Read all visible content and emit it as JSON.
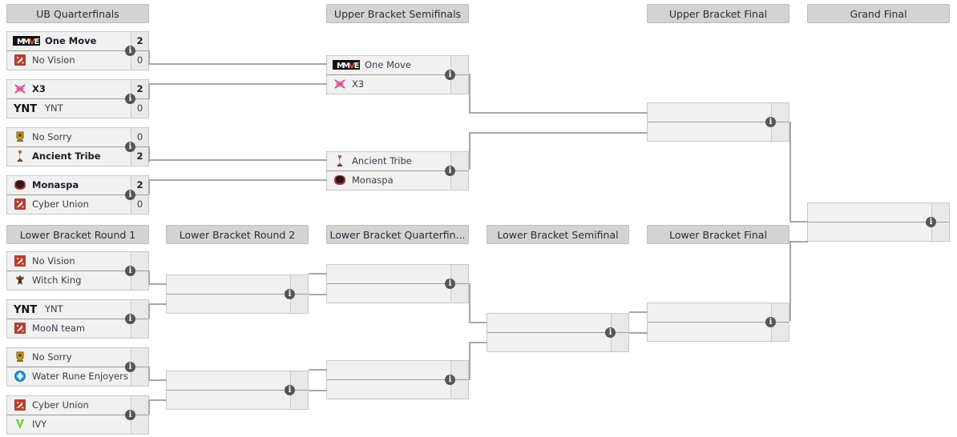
{
  "rounds": [
    {
      "id": "ubqf",
      "label": "UB Quarterfinals"
    },
    {
      "id": "ubsf",
      "label": "Upper Bracket Semifinals"
    },
    {
      "id": "ubf",
      "label": "Upper Bracket Final"
    },
    {
      "id": "gf",
      "label": "Grand Final"
    },
    {
      "id": "lbr1",
      "label": "Lower Bracket Round 1"
    },
    {
      "id": "lbr2",
      "label": "Lower Bracket Round 2"
    },
    {
      "id": "lbqf",
      "label": "Lower Bracket Quarterfin..."
    },
    {
      "id": "lbsf",
      "label": "Lower Bracket Semifinal"
    },
    {
      "id": "lbf",
      "label": "Lower Bracket Final"
    }
  ],
  "matches": {
    "ubqf1": {
      "top": {
        "name": "One Move",
        "score": "2",
        "winner": true,
        "logo": "one-move"
      },
      "bottom": {
        "name": "No Vision",
        "score": "0",
        "winner": false,
        "logo": "no-vision"
      }
    },
    "ubqf2": {
      "top": {
        "name": "X3",
        "score": "2",
        "winner": true,
        "logo": "x3"
      },
      "bottom": {
        "name": "YNT",
        "score": "0",
        "winner": false,
        "logo": "ynt"
      }
    },
    "ubqf3": {
      "top": {
        "name": "No Sorry",
        "score": "0",
        "winner": false,
        "logo": "no-sorry"
      },
      "bottom": {
        "name": "Ancient Tribe",
        "score": "2",
        "winner": true,
        "logo": "ancient-tribe"
      }
    },
    "ubqf4": {
      "top": {
        "name": "Monaspa",
        "score": "2",
        "winner": true,
        "logo": "monaspa"
      },
      "bottom": {
        "name": "Cyber Union",
        "score": "0",
        "winner": false,
        "logo": "cyber-union"
      }
    },
    "ubsf1": {
      "top": {
        "name": "One Move",
        "score": "",
        "winner": false,
        "logo": "one-move"
      },
      "bottom": {
        "name": "X3",
        "score": "",
        "winner": false,
        "logo": "x3"
      }
    },
    "ubsf2": {
      "top": {
        "name": "Ancient Tribe",
        "score": "",
        "winner": false,
        "logo": "ancient-tribe"
      },
      "bottom": {
        "name": "Monaspa",
        "score": "",
        "winner": false,
        "logo": "monaspa"
      }
    },
    "ubf1": {
      "top": {
        "name": "",
        "score": "",
        "winner": false,
        "logo": ""
      },
      "bottom": {
        "name": "",
        "score": "",
        "winner": false,
        "logo": ""
      }
    },
    "gf1": {
      "top": {
        "name": "",
        "score": "",
        "winner": false,
        "logo": ""
      },
      "bottom": {
        "name": "",
        "score": "",
        "winner": false,
        "logo": ""
      }
    },
    "lbr1m1": {
      "top": {
        "name": "No Vision",
        "score": "",
        "winner": false,
        "logo": "no-vision"
      },
      "bottom": {
        "name": "Witch King",
        "score": "",
        "winner": false,
        "logo": "witch-king"
      }
    },
    "lbr1m2": {
      "top": {
        "name": "YNT",
        "score": "",
        "winner": false,
        "logo": "ynt"
      },
      "bottom": {
        "name": "MooN team",
        "score": "",
        "winner": false,
        "logo": "no-vision"
      }
    },
    "lbr1m3": {
      "top": {
        "name": "No Sorry",
        "score": "",
        "winner": false,
        "logo": "no-sorry"
      },
      "bottom": {
        "name": "Water Rune Enjoyers",
        "score": "",
        "winner": false,
        "logo": "water-rune"
      }
    },
    "lbr1m4": {
      "top": {
        "name": "Cyber Union",
        "score": "",
        "winner": false,
        "logo": "cyber-union"
      },
      "bottom": {
        "name": "IVY",
        "score": "",
        "winner": false,
        "logo": "ivy"
      }
    },
    "lbr2m1": {
      "top": {
        "name": "",
        "score": "",
        "winner": false,
        "logo": ""
      },
      "bottom": {
        "name": "",
        "score": "",
        "winner": false,
        "logo": ""
      }
    },
    "lbr2m2": {
      "top": {
        "name": "",
        "score": "",
        "winner": false,
        "logo": ""
      },
      "bottom": {
        "name": "",
        "score": "",
        "winner": false,
        "logo": ""
      }
    },
    "lbqfm1": {
      "top": {
        "name": "",
        "score": "",
        "winner": false,
        "logo": ""
      },
      "bottom": {
        "name": "",
        "score": "",
        "winner": false,
        "logo": ""
      }
    },
    "lbqfm2": {
      "top": {
        "name": "",
        "score": "",
        "winner": false,
        "logo": ""
      },
      "bottom": {
        "name": "",
        "score": "",
        "winner": false,
        "logo": ""
      }
    },
    "lbsfm1": {
      "top": {
        "name": "",
        "score": "",
        "winner": false,
        "logo": ""
      },
      "bottom": {
        "name": "",
        "score": "",
        "winner": false,
        "logo": ""
      }
    },
    "lbfm1": {
      "top": {
        "name": "",
        "score": "",
        "winner": false,
        "logo": ""
      },
      "bottom": {
        "name": "",
        "score": "",
        "winner": false,
        "logo": ""
      }
    }
  },
  "info_tooltip_label": "i",
  "colors": {
    "header_bg": "#d3d3d3",
    "match_bg": "#f1f1f1",
    "score_bg": "#e9e9e9",
    "line": "#a8a8a8",
    "divider": "#9a9a9a",
    "info_bubble": "#555555",
    "text": "#3a3a4a"
  }
}
